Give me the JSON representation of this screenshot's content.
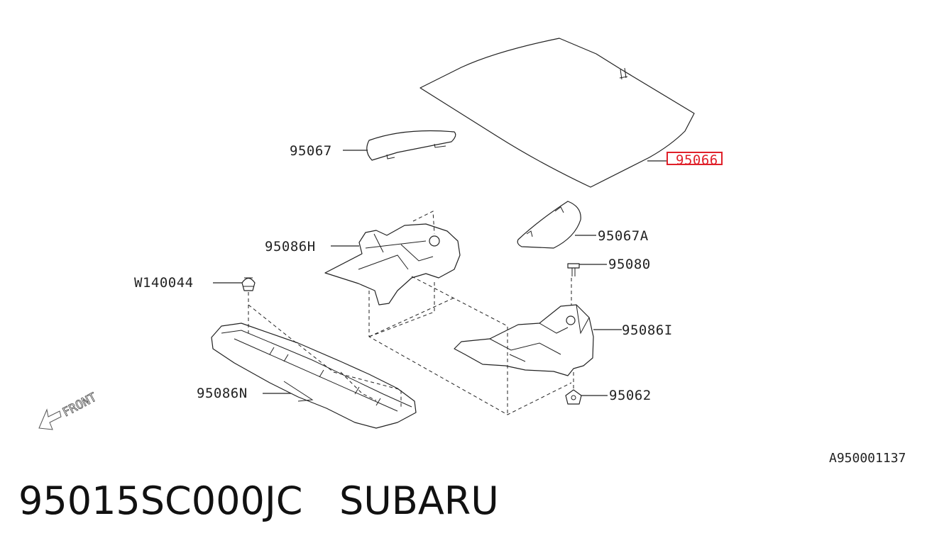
{
  "labels": {
    "part_95067": "95067",
    "part_95066": "95066",
    "part_95086h": "95086H",
    "part_95067a": "95067A",
    "part_w140044": "W140044",
    "part_95080": "95080",
    "part_95086i": "95086I",
    "part_95086n": "95086N",
    "part_95062": "95062"
  },
  "front_label": "FRONT",
  "diagram_ref": "A950001137",
  "footer": {
    "part_number": "95015SC000JC",
    "brand": "SUBARU"
  },
  "colors": {
    "highlight": "#e0202a",
    "line": "#222222"
  }
}
